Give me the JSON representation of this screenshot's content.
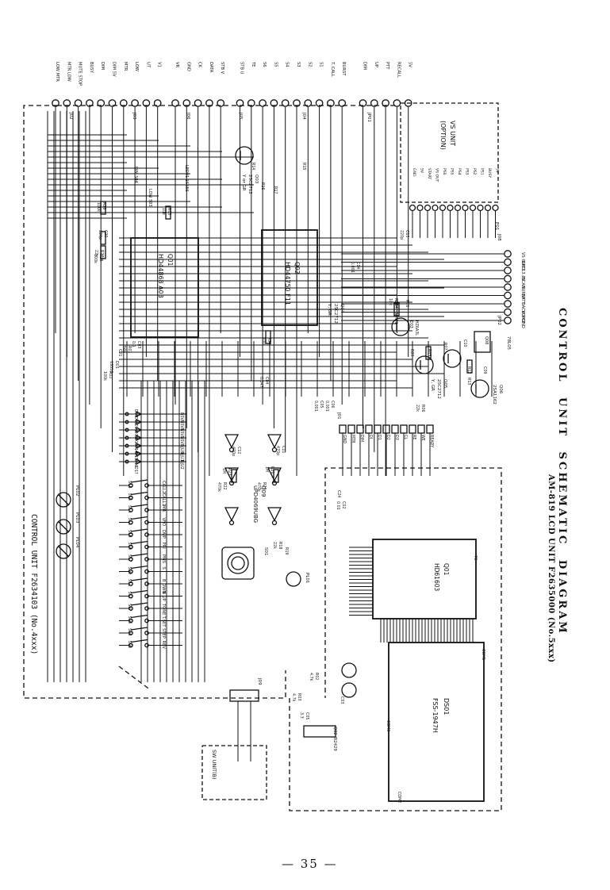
{
  "page": {
    "title": "CONTROL UNIT SCHEMATIC DIAGRAM",
    "page_number": "— 35 —"
  },
  "blocks": {
    "control_unit": "CONTROL UNIT F2634103 (No.4xxx)",
    "lcd_unit": "AM-819 LCD UNIT F2635000 (No.5xxx)",
    "vs_unit": [
      "VS UNIT",
      "(OPTION)"
    ],
    "sw_unit": "SW UNIT(B)"
  },
  "ics": {
    "q01": [
      "Q01",
      "HD44868 A03"
    ],
    "q02": [
      "Q02",
      "HD44750 F11"
    ],
    "q03": [
      "Q03",
      "2SC2712",
      "Y or GR"
    ],
    "q04": [
      "Q04",
      "2SC2712",
      "Y, GR"
    ],
    "q05": [
      "Q05",
      "2SC2712",
      "Y, GR"
    ],
    "q06": [
      "Q06",
      "2SA1162"
    ],
    "q08": [
      "Q08",
      "78L05"
    ],
    "q09": [
      "Q09",
      "uPD4069UBG"
    ],
    "lcd_q01": [
      "Q01",
      "HD61603"
    ],
    "lcd_ds01": [
      "DS01",
      "FSS-1947H"
    ],
    "lcd_q02": "Q02 IR2429"
  },
  "connectors": {
    "j02": "J02",
    "j03": "J03",
    "j04": "J04",
    "j05": "J05",
    "j06": "J06",
    "jp01": "JP01",
    "jp02": "JP02",
    "j01": "J01",
    "j09": "J09",
    "j08": "J08",
    "p01": "P01"
  },
  "top_pins": [
    "LOW MTR",
    "MTR LOW",
    "MUTE STOP",
    "BUSY",
    "DIM",
    "DIM 5V",
    "MTR",
    "LOW",
    "UT",
    "V1",
    "VR",
    "GND",
    "CK",
    "DATA",
    "STB V",
    "STB U",
    "TE",
    "S6",
    "S5",
    "S4",
    "S3",
    "S2",
    "S1",
    "T. CALL",
    "BURST",
    "DIM",
    "UP",
    "PTT",
    "RECALL",
    "5V"
  ],
  "right_pins": [
    "VS OUT",
    "GND",
    "13.8S",
    "SCAN",
    "BURST",
    "BATT",
    "BACKUP",
    "VOICE",
    "GND"
  ],
  "vs_pins": [
    "GND",
    "5V",
    "START",
    "VS OUT",
    "PS6",
    "PS5",
    "PS4",
    "PS3",
    "PS2",
    "PS1",
    "BUSY",
    "5V"
  ],
  "j01_pins": [
    "GND",
    "MTR",
    "DIM",
    "DI",
    "D1",
    "D2",
    "D3",
    "CL",
    "RE",
    "WE",
    "READY"
  ],
  "switches": [
    [
      "S16",
      "CALL2"
    ],
    [
      "S15",
      "CALL1"
    ],
    [
      "S14",
      "MR"
    ],
    [
      "S13",
      "VFO"
    ],
    [
      "S18",
      "DUP"
    ],
    [
      "S10",
      "PRI"
    ],
    [
      "S17",
      "PMS"
    ],
    [
      "S09",
      "S"
    ],
    [
      "S11",
      "B DWN"
    ],
    [
      "S12",
      "B UP"
    ],
    [
      "S07",
      "TONE"
    ],
    [
      "S08",
      "T.SET"
    ],
    [
      "S06",
      "STEP"
    ],
    [
      "S05",
      "REV"
    ]
  ],
  "band_lines": [
    "BSV0",
    "BSV1",
    "BSV2",
    "BSV3",
    "BJU0",
    "BJU1",
    "BJU2"
  ],
  "band_diodes": [
    "D09",
    "D10",
    "D11",
    "D12",
    "D13",
    "D14",
    "D15",
    "D16",
    "D17"
  ],
  "lamps": [
    "PL02",
    "PL03",
    "PL04",
    "PL01",
    "PL01",
    "PL02"
  ],
  "dim_switches": [
    "DIM S04",
    "LOW S03"
  ],
  "led": "LED01 1S5E6",
  "components": {
    "r29": [
      "R29",
      "100k"
    ],
    "c20": [
      "C20",
      "220p"
    ],
    "r27": [
      "R27",
      "22k"
    ],
    "r28": [
      "R28",
      "100k"
    ],
    "r03": [
      "R03",
      "10k"
    ],
    "r01": [
      "R01",
      "56k"
    ],
    "r02": [
      "R02",
      "100k"
    ],
    "d01": [
      "D01",
      "1S553"
    ],
    "r04": [
      "R04",
      "100"
    ],
    "c14": [
      "C14",
      "0.001"
    ],
    "c13": [
      "C13",
      "220p"
    ],
    "c04": [
      "C04",
      "0.047"
    ],
    "c05": [
      "C05",
      "0.001"
    ],
    "c06": [
      "C06",
      "0.001"
    ],
    "r24": [
      "R24",
      "10k"
    ],
    "d04": "D04",
    "ba701": "BA701",
    "d03": "D03",
    "hz6a3l": "HZ6A3L",
    "r11": "R11",
    "r05": "R05",
    "r12": "R12",
    "r13": "R13",
    "r14": "R14",
    "r15": "R15",
    "r16": "R16",
    "r17": "R17",
    "r09": "R09",
    "r07": "R07",
    "r06": [
      "R06",
      "22k"
    ],
    "c10": "C10",
    "c09": "C09",
    "c11": [
      "C11",
      "470p"
    ],
    "c12": [
      "C12",
      "470p"
    ],
    "r20": [
      "R20",
      "470k"
    ],
    "r21": [
      "R21",
      "1M"
    ],
    "r22": [
      "R22",
      "470k"
    ],
    "r23": [
      "R23",
      "1M"
    ],
    "r18": [
      "R18",
      "22k"
    ],
    "r19": "R19",
    "s01": "S01",
    "c03": [
      "C03",
      "0.1"
    ],
    "c01": "C01",
    "c24": "C24",
    "c02": [
      "C02",
      "0.01"
    ],
    "r02b": [
      "R02",
      "4.7k"
    ],
    "r03b": [
      "R03",
      "4.7k"
    ],
    "c05b": [
      "C05",
      "3.3"
    ],
    "c03b": "C03",
    "ds_com1": "COM1",
    "ds_com2": "COM2",
    "ds_com3": "COM3",
    "pin76": "76"
  },
  "colors": {
    "ink": "#111111",
    "paper": "#ffffff"
  }
}
